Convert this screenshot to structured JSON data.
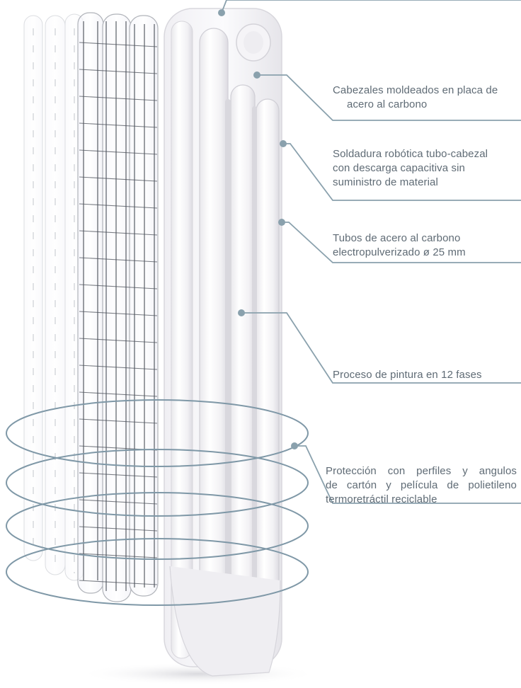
{
  "accent_color": "#8aa1ad",
  "callouts": [
    {
      "id": "top-edge",
      "lines": []
    },
    {
      "id": "headers",
      "lines": [
        "Cabezales moldeados en placa de",
        "acero al carbono"
      ]
    },
    {
      "id": "welding",
      "lines": [
        "Soldadura robótica  tubo-cabezal",
        "con descarga capacitiva sin",
        "suministro de material"
      ]
    },
    {
      "id": "tubes",
      "lines": [
        "Tubos de acero al carbono",
        "electropulverizado ø 25 mm"
      ]
    },
    {
      "id": "painting",
      "lines": [
        "Proceso de pintura en 12 fases"
      ]
    },
    {
      "id": "packaging",
      "lines": [
        "Protección con perfiles y angulos",
        "de cartón y película de polietileno",
        "termoretráctil reciclable"
      ]
    }
  ]
}
